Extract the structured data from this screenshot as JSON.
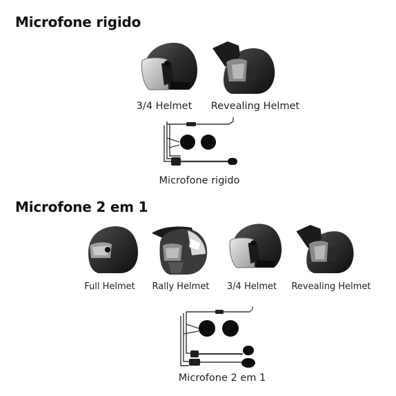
{
  "section1": {
    "title": "Microfone rigido",
    "helmets": [
      {
        "label": "3/4 Helmet",
        "icon": "open-face-helmet-icon"
      },
      {
        "label": "Revealing Helmet",
        "icon": "modular-helmet-icon"
      }
    ],
    "product_label": "Microfone rigido"
  },
  "section2": {
    "title": "Microfone 2 em 1",
    "helmets": [
      {
        "label": "Full Helmet",
        "icon": "full-face-helmet-icon"
      },
      {
        "label": "Rally Helmet",
        "icon": "rally-helmet-icon"
      },
      {
        "label": "3/4 Helmet",
        "icon": "open-face-helmet-icon"
      },
      {
        "label": "Revealing Helmet",
        "icon": "modular-helmet-icon"
      }
    ],
    "product_label": "Microfone 2 em 1"
  }
}
